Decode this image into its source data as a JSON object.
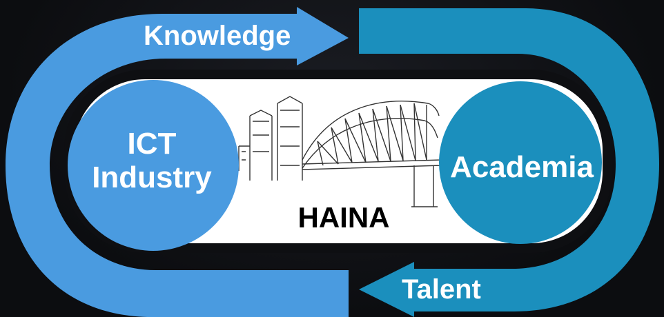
{
  "flow": {
    "top_arrow_label": "Knowledge",
    "bottom_arrow_label": "Talent"
  },
  "left_node": {
    "line1": "ICT",
    "line2": "Industry"
  },
  "right_node": {
    "label": "Academia"
  },
  "center": {
    "title": "HAINA",
    "image": "sydney-harbour-bridge-sketch"
  },
  "colors": {
    "left_loop": "#4a9be0",
    "right_loop": "#1b8fbd",
    "background": "#0e0f12",
    "center_panel": "#ffffff"
  }
}
